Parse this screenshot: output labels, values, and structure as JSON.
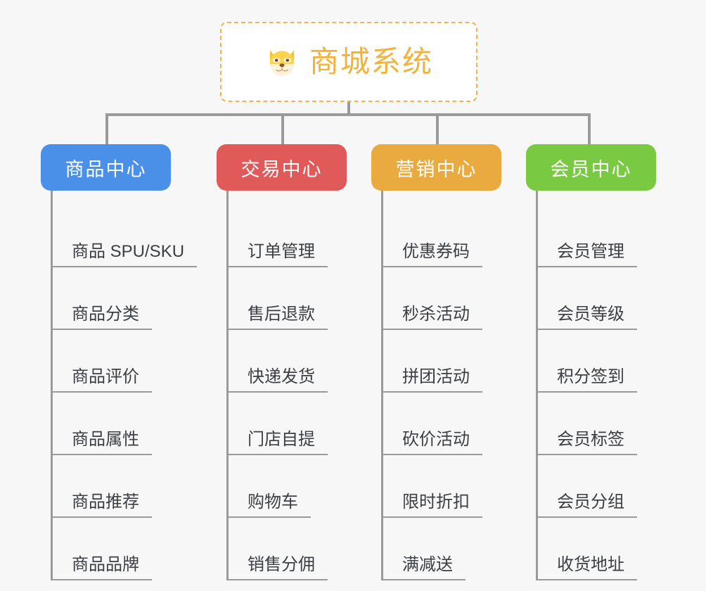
{
  "background_color": "#f7f7f7",
  "root": {
    "icon": "dog-face-emoji",
    "title": "商城系统",
    "title_color": "#f0b33c",
    "border_color": "#f0b254"
  },
  "connector_color": "#9a9a9a",
  "categories": [
    {
      "label": "商品中心",
      "color": "#4a90e8",
      "items": [
        "商品 SPU/SKU",
        "商品分类",
        "商品评价",
        "商品属性",
        "商品推荐",
        "商品品牌"
      ]
    },
    {
      "label": "交易中心",
      "color": "#e15a5a",
      "items": [
        "订单管理",
        "售后退款",
        "快递发货",
        "门店自提",
        "购物车",
        "销售分佣"
      ]
    },
    {
      "label": "营销中心",
      "color": "#e9ab3f",
      "items": [
        "优惠券码",
        "秒杀活动",
        "拼团活动",
        "砍价活动",
        "限时折扣",
        "满减送"
      ]
    },
    {
      "label": "会员中心",
      "color": "#7ac943",
      "items": [
        "会员管理",
        "会员等级",
        "积分签到",
        "会员标签",
        "会员分组",
        "收货地址"
      ]
    }
  ]
}
